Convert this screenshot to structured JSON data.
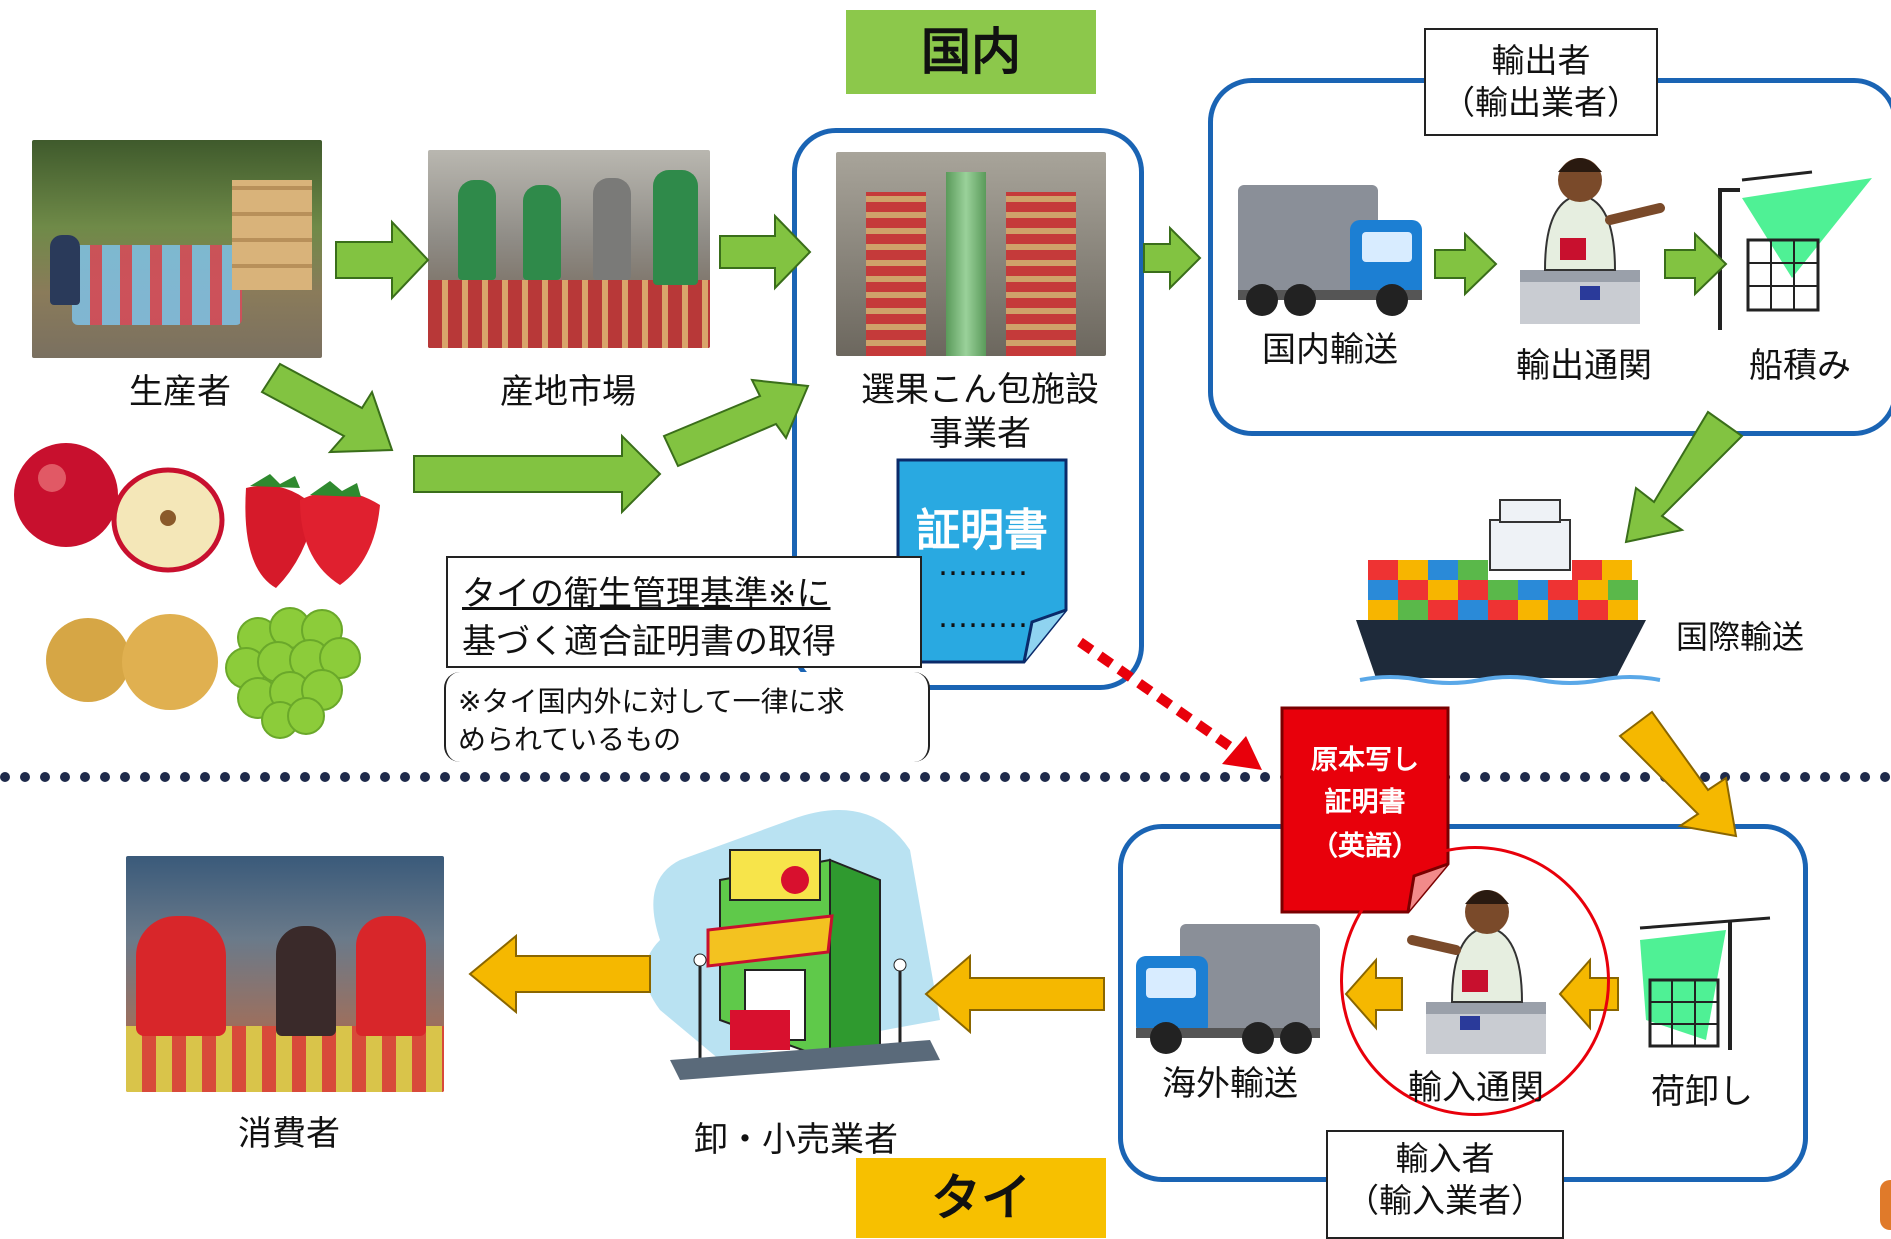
{
  "regions": {
    "domestic": "国内",
    "thailand": "タイ"
  },
  "actors": {
    "producer": "生産者",
    "local_market": "産地市場",
    "packing_line1": "選果こん包施設",
    "packing_line2": "事業者",
    "exporter_line1": "輸出者",
    "exporter_line2": "（輸出業者）",
    "domestic_transport": "国内輸送",
    "export_clearance": "輸出通関",
    "loading": "船積み",
    "intl_transport": "国際輸送",
    "unloading": "荷卸し",
    "import_clearance": "輸入通関",
    "overseas_transport": "海外輸送",
    "importer_line1": "輸入者",
    "importer_line2": "（輸入業者）",
    "retailer": "卸・小売業者",
    "consumer": "消費者"
  },
  "certificate": {
    "title": "証明書",
    "dots1": "………",
    "dots2": "………"
  },
  "original_copy": {
    "line1": "原本写し",
    "line2": "証明書",
    "line3": "（英語）"
  },
  "callout": {
    "line1": "タイの衛生管理基準※に",
    "line2": "基づく適合証明書の取得"
  },
  "note": {
    "line1": "※タイ国内外に対して一律に求",
    "line2": "められているもの"
  },
  "colors": {
    "green_arrow": "#82c341",
    "orange_arrow": "#f5b800",
    "domestic_bg": "#8cc84b",
    "thailand_bg": "#f7c000",
    "box_border": "#1a64b4",
    "red_card": "#e8000b",
    "cert_blue": "#29a9e1"
  }
}
